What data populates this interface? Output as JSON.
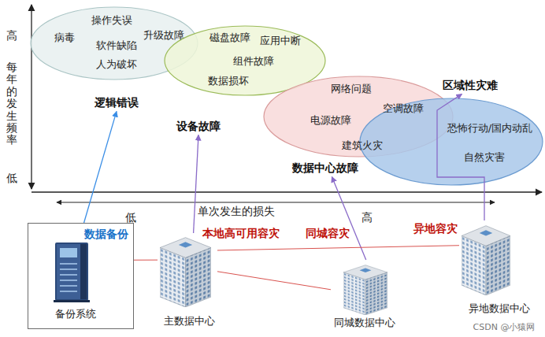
{
  "diagram": {
    "nodes": [
      {
        "text": [
          "操作失误",
          "病毒",
          "升级故障",
          "软件缺陷",
          "人为破坏",
          "逻辑错误"
        ]
      },
      {
        "text": [
          "磁盘故障",
          "应用中断",
          "组件故障",
          "数据损坏",
          "设备故障"
        ]
      },
      {
        "text": [
          "网络问题",
          "空调故障",
          "电源故障",
          "建筑火灾",
          "数据中心故障"
        ]
      },
      {
        "text": [
          "区域性灾难",
          "恐怖行动/国内动乱",
          "自然灾害"
        ]
      },
      {
        "text": [
          "数据备份",
          "备份系统"
        ]
      },
      {
        "text": [
          "主数据中心"
        ]
      },
      {
        "text": [
          "同城数据中心"
        ]
      },
      {
        "text": [
          "异地数据中心"
        ]
      }
    ],
    "edges": [
      {
        "from": 4,
        "to": 0,
        "arrow": "to"
      },
      {
        "from": 5,
        "to": 1,
        "arrow": "to"
      },
      {
        "from": 6,
        "to": 2,
        "arrow": "to"
      },
      {
        "from": 7,
        "to": 3,
        "arrow": "to"
      },
      {
        "from": 4,
        "to": 5,
        "arrow": "none"
      },
      {
        "from": 5,
        "to": 6,
        "arrow": "none"
      },
      {
        "from": 5,
        "to": 7,
        "arrow": "none"
      }
    ],
    "labels": [
      "高",
      "每年的发生频率",
      "低",
      "单次发生的损失",
      "低",
      "高",
      "本地高可用容灾",
      "同城容灾",
      "异地容灾",
      "CSDN @小猿网"
    ]
  }
}
